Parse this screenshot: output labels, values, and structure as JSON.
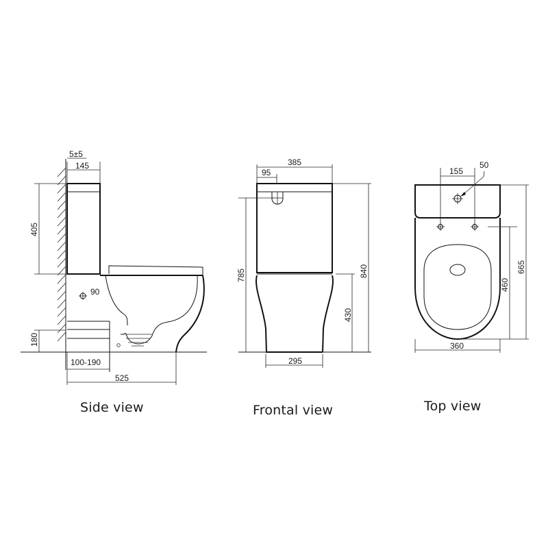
{
  "views": {
    "side": {
      "caption": "Side view",
      "dims": {
        "wall_gap": "5±5",
        "tank_depth": "145",
        "tank_height": "405",
        "inlet_diameter": "90",
        "outlet_height": "180",
        "outlet_distance": "100-190",
        "total_depth": "525"
      }
    },
    "frontal": {
      "caption": "Frontal view",
      "dims": {
        "tank_width": "385",
        "button_offset": "95",
        "button_height": "785",
        "total_height": "840",
        "seat_height": "430",
        "base_width": "295"
      }
    },
    "top": {
      "caption": "Top view",
      "dims": {
        "hole_diameter": "50",
        "fixing_spacing": "155",
        "total_length": "665",
        "bowl_length": "460",
        "width": "360"
      }
    }
  }
}
